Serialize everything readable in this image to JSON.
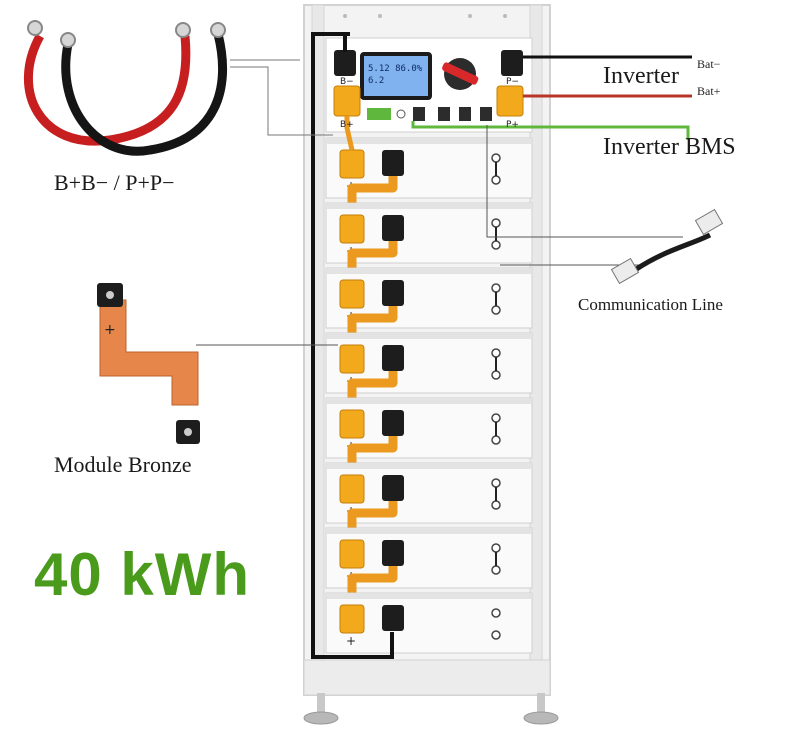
{
  "labels": {
    "inverter": "Inverter",
    "bat_neg": "Bat−",
    "bat_pos": "Bat+",
    "inverter_bms": "Inverter BMS",
    "cable": "B+B− / P+P−",
    "communication_line": "Communication Line",
    "module_bronze": "Module Bronze",
    "capacity": "40 kWh"
  },
  "panel": {
    "b_neg": "B−",
    "b_pos": "B+",
    "p_neg": "P−",
    "p_pos": "P+",
    "lcd_line1": "5.12  86.0%",
    "lcd_line2": "6.2"
  },
  "modules": {
    "count": 8,
    "terminal_label": "+"
  },
  "bronze": {
    "label": "+"
  },
  "colors": {
    "capacity_text": "#4a9a1c",
    "terminal_orange": "#f2a91c",
    "busbar_orange": "#eb9a1f",
    "bms_green": "#5fb83d",
    "bat_pos_red": "#c0392b",
    "lcd_blue": "#7fb2ee"
  }
}
